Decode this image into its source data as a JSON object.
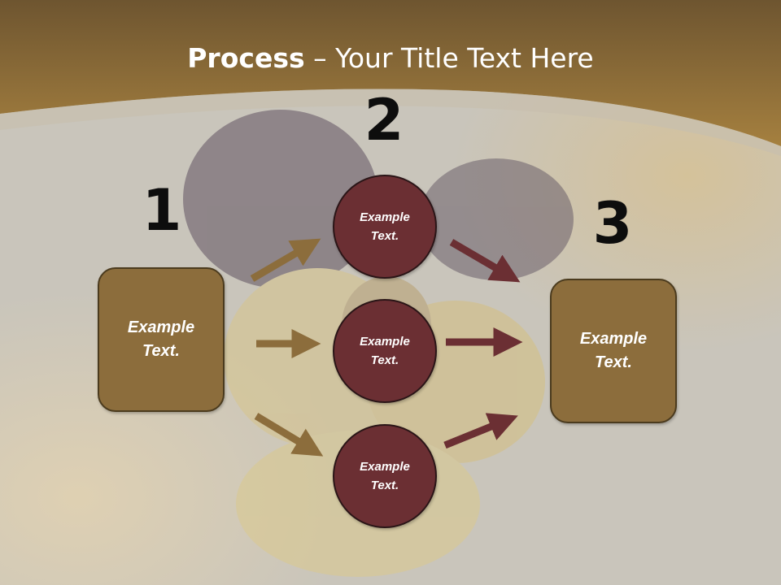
{
  "title": {
    "bold": "Process",
    "rest": " – Your Title Text Here"
  },
  "steps": [
    {
      "number": "1"
    },
    {
      "number": "2"
    },
    {
      "number": "3"
    }
  ],
  "left_box": {
    "label_line1": "Example",
    "label_line2": "Text."
  },
  "right_box": {
    "label_line1": "Example",
    "label_line2": "Text."
  },
  "circles": [
    {
      "label_line1": "Example",
      "label_line2": "Text."
    },
    {
      "label_line1": "Example",
      "label_line2": "Text."
    },
    {
      "label_line1": "Example",
      "label_line2": "Text."
    }
  ],
  "colors": {
    "header_brown": "#8f6a35",
    "box_fill": "#8c6d3c",
    "circle_fill": "#6b2f33",
    "arrow_in": "#8c6d3c",
    "arrow_out": "#6b2f33",
    "background": "#c9c5bb"
  }
}
